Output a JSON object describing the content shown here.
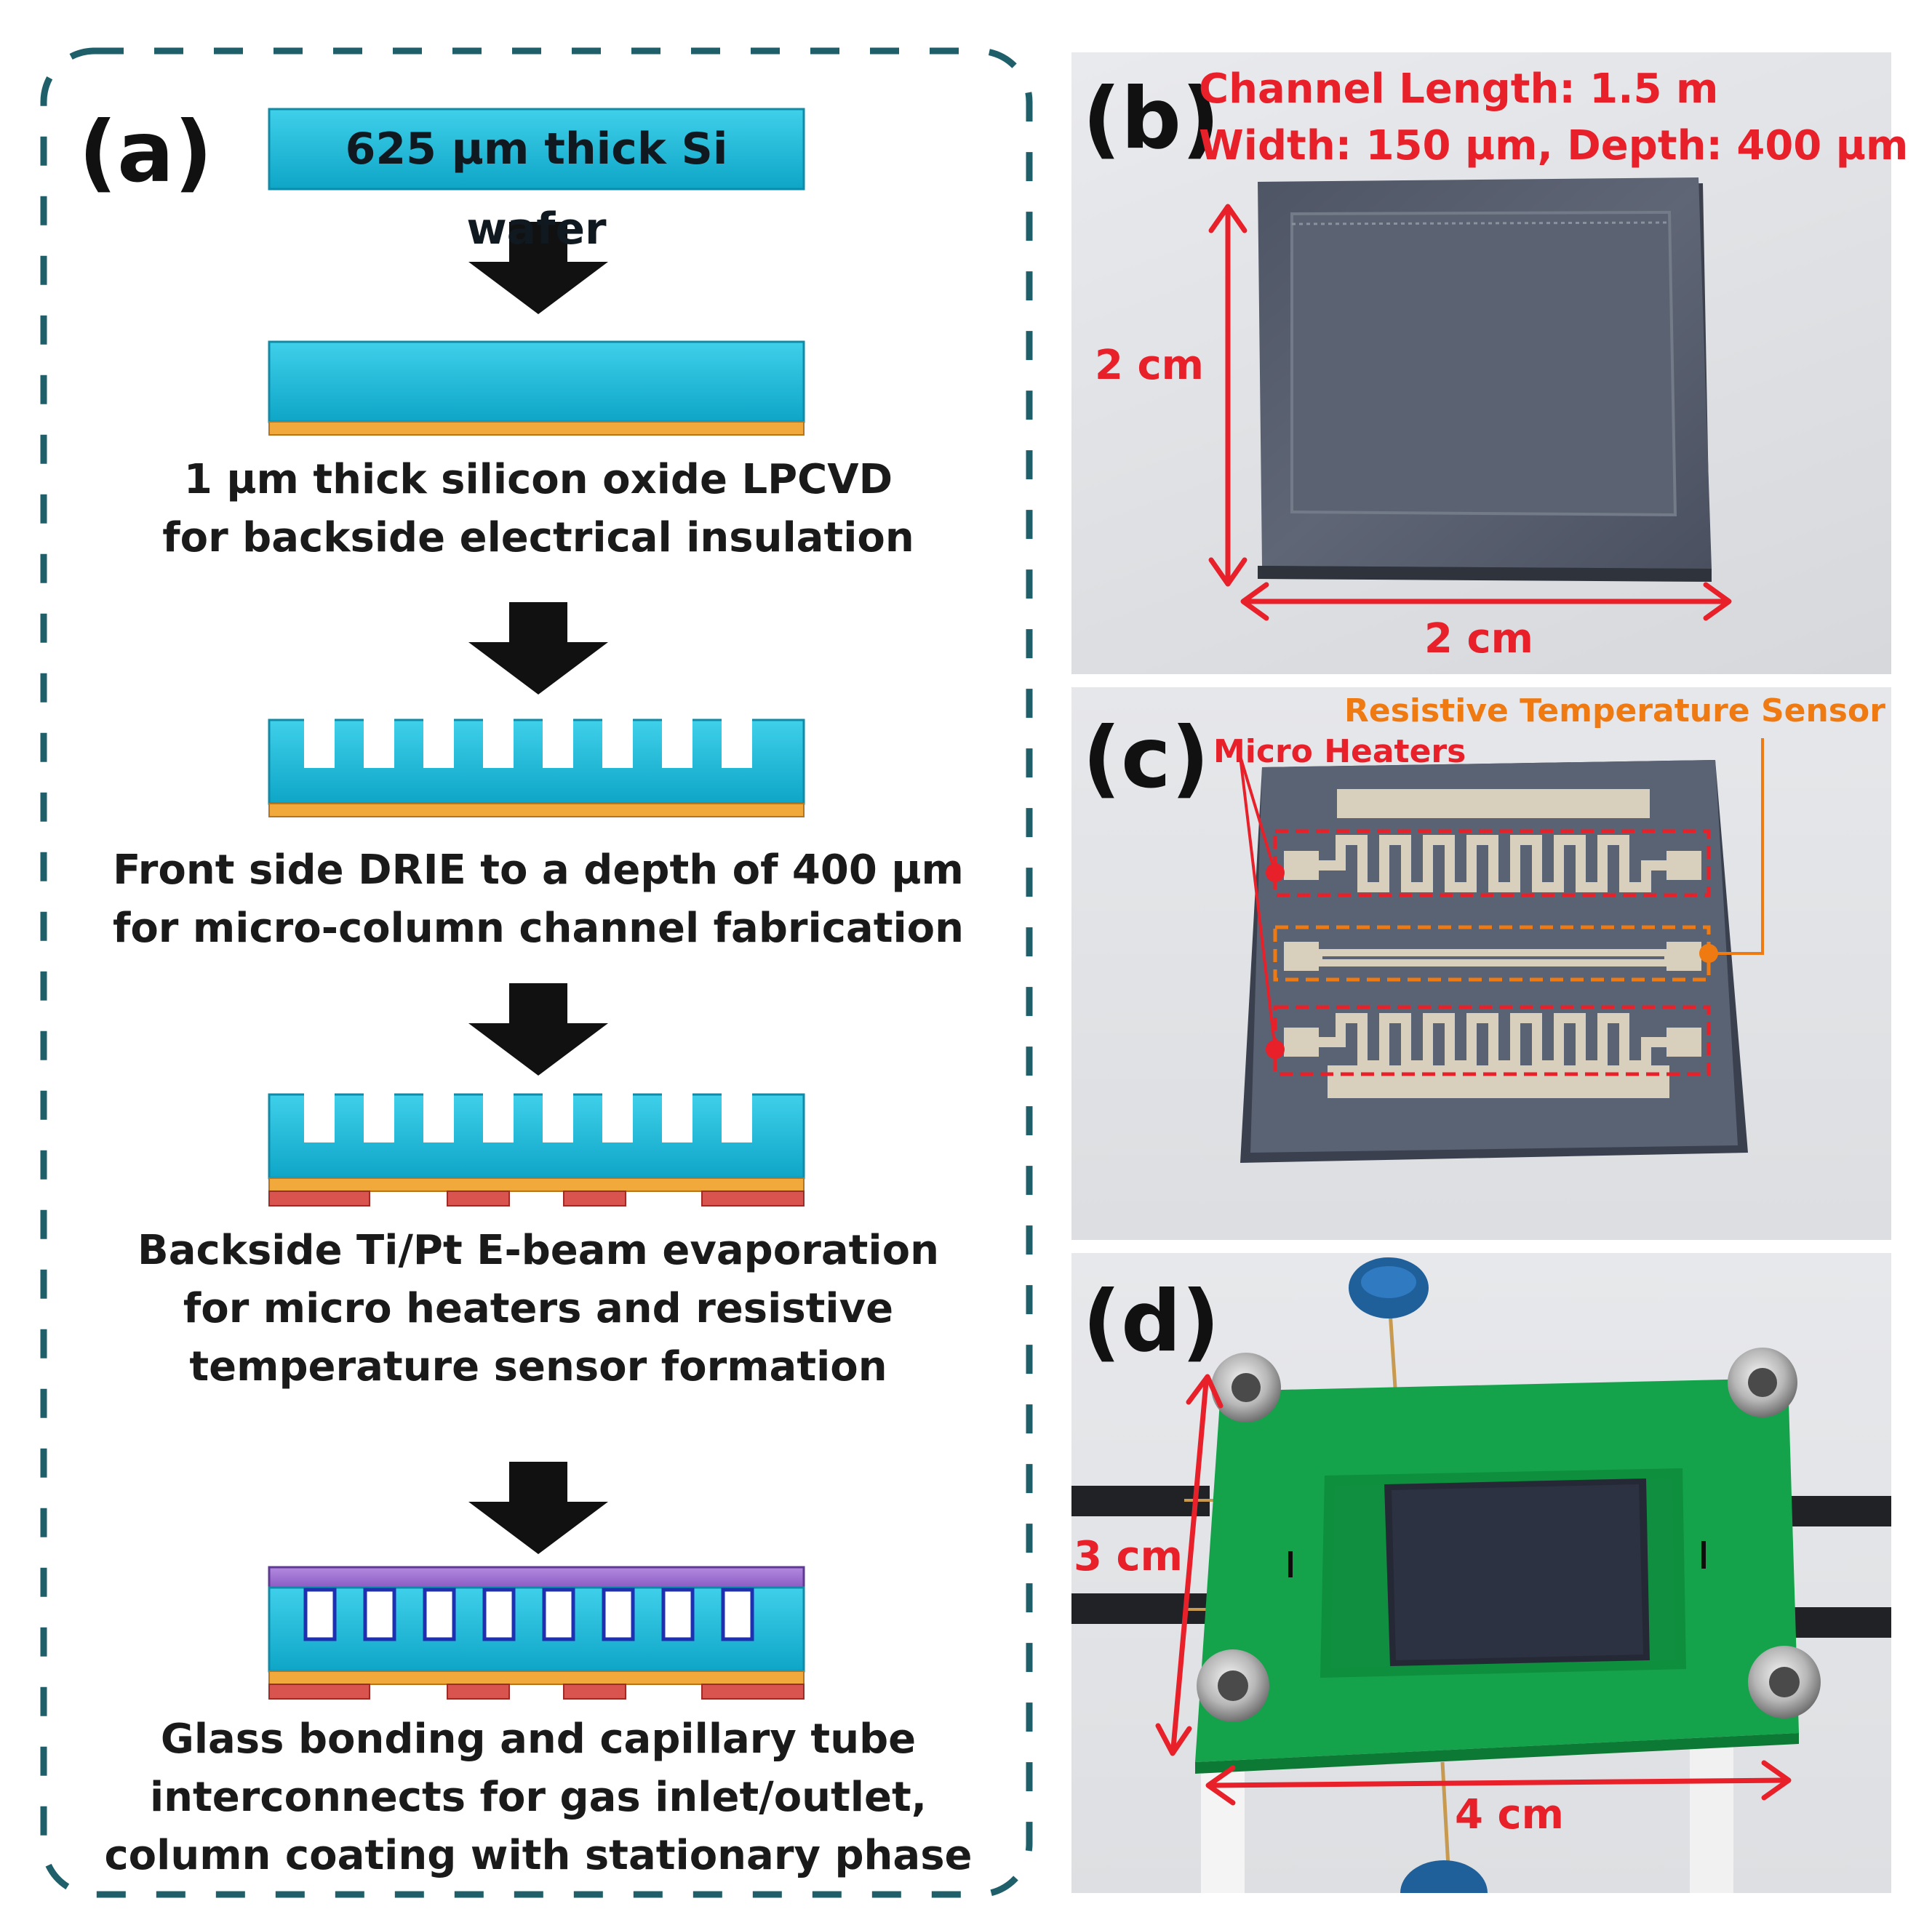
{
  "panel_a": {
    "label": "(a)",
    "wafer_label": "625 µm thick Si wafer",
    "steps": [
      {
        "line1": "1 µm thick silicon oxide LPCVD",
        "line2": "for backside electrical insulation"
      },
      {
        "line1": "Front side DRIE to a depth of 400 µm",
        "line2": "for micro-column channel fabrication"
      },
      {
        "line1": "Backside Ti/Pt E-beam evaporation",
        "line2": "for micro heaters and resistive",
        "line3": "temperature sensor formation"
      },
      {
        "line1": "Glass bonding and capillary tube",
        "line2": "interconnects for gas inlet/outlet,",
        "line3": "column coating with stationary phase"
      }
    ]
  },
  "panel_b": {
    "label": "(b)",
    "spec_line1": "Channel Length: 1.5 m",
    "spec_line2": "Width: 150 µm, Depth: 400 µm",
    "dim_height": "2 cm",
    "dim_width": "2 cm"
  },
  "panel_c": {
    "label": "(c)",
    "sensor_label": "Resistive Temperature Sensor",
    "heater_label": "Micro Heaters"
  },
  "panel_d": {
    "label": "(d)",
    "dim_height": "3 cm",
    "dim_width": "4 cm"
  },
  "colors": {
    "silicon": "#19b9d6",
    "oxide": "#f2a93b",
    "metal": "#d9534f",
    "glass": "#9b6fd0",
    "annotation_red": "#e8202a",
    "sensor_orange": "#f07a12",
    "frame_dash": "#1f5f6a"
  }
}
